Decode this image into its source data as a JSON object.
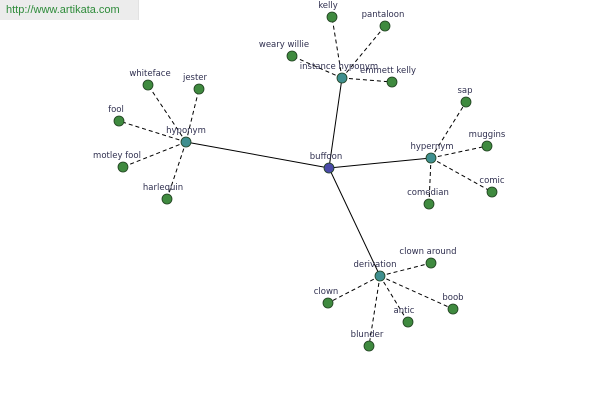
{
  "watermark": "http://www.artikata.com",
  "colors": {
    "root": "#4a4aa8",
    "relation": "#3f8f8f",
    "leaf": "#3f8a3f",
    "node_stroke": "#1f3f1f"
  },
  "root": {
    "id": "buffoon",
    "label": "buffoon"
  },
  "relations": [
    {
      "id": "hyponym",
      "label": "hyponym",
      "leaves": [
        "whiteface",
        "jester",
        "fool",
        "motley fool",
        "harlequin"
      ]
    },
    {
      "id": "instance-hyponym",
      "label": "instance hyponym",
      "leaves": [
        "kelly",
        "pantaloon",
        "weary willie",
        "emmett kelly"
      ]
    },
    {
      "id": "hypernym",
      "label": "hypernym",
      "leaves": [
        "sap",
        "muggins",
        "comic",
        "comedian"
      ]
    },
    {
      "id": "derivation",
      "label": "derivation",
      "leaves": [
        "clown around",
        "clown",
        "boob",
        "antic",
        "blunder"
      ]
    }
  ]
}
